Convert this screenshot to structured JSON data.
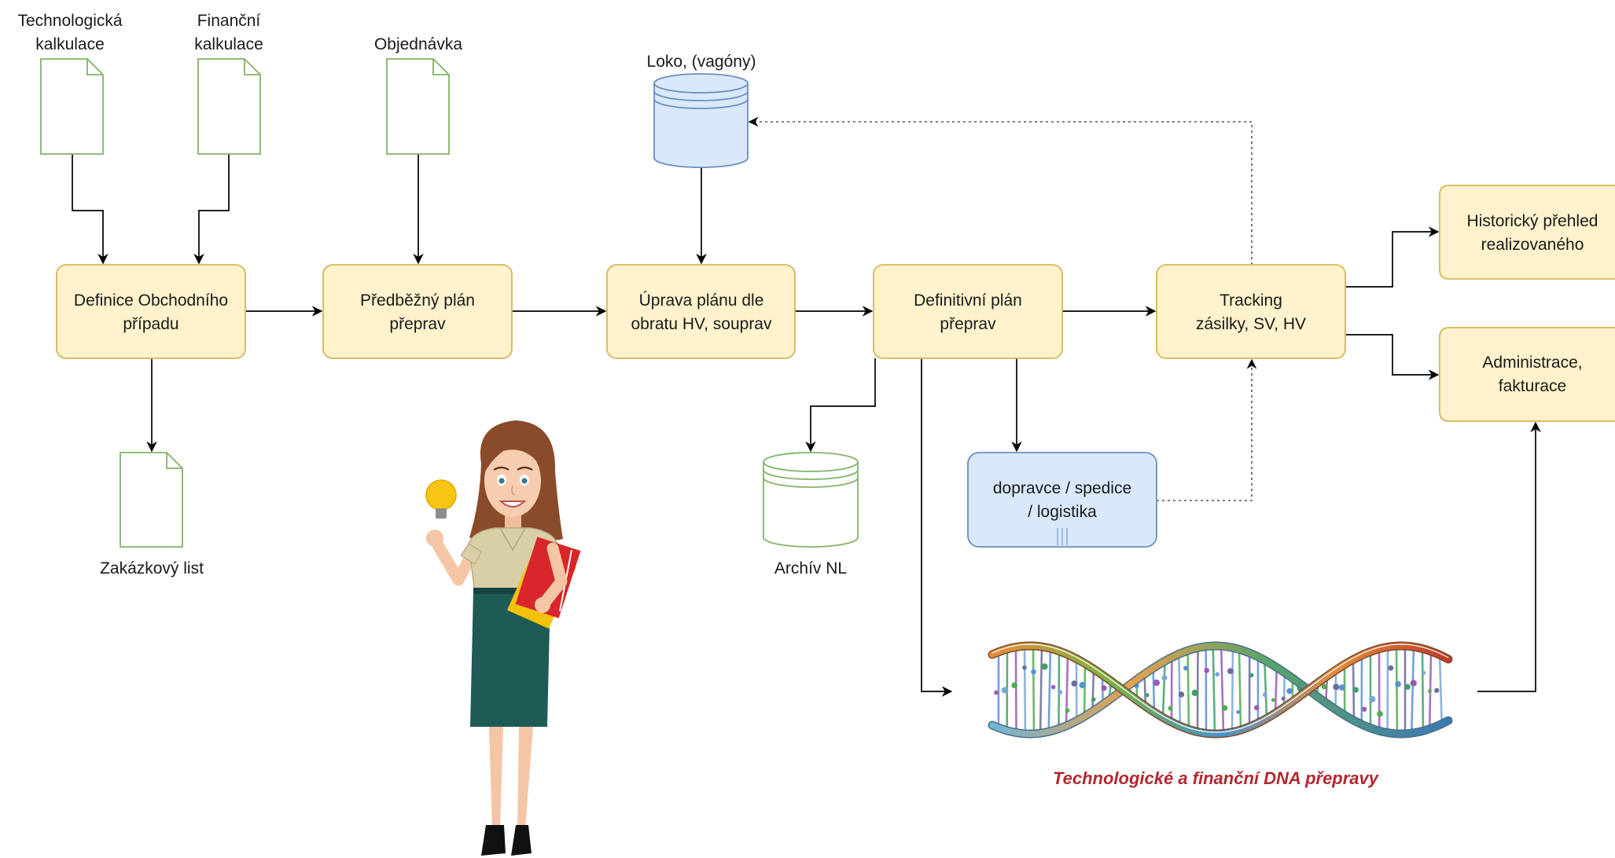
{
  "documents": [
    {
      "label": [
        "Technologická",
        "kalkulace"
      ]
    },
    {
      "label": [
        "Finanční",
        "kalkulace"
      ]
    },
    {
      "label": [
        "Objednávka"
      ]
    },
    {
      "label": [
        "Zakázkový list"
      ]
    }
  ],
  "databases": [
    {
      "label": "Loko, (vagóny)"
    },
    {
      "label": "Archív NL"
    }
  ],
  "process_steps": [
    {
      "lines": [
        "Definice Obchodního",
        "případu"
      ]
    },
    {
      "lines": [
        "Předběžný plán",
        "přeprav"
      ]
    },
    {
      "lines": [
        "Úprava plánu dle",
        "obratu HV, souprav"
      ]
    },
    {
      "lines": [
        "Definitivní plán",
        "přeprav"
      ]
    },
    {
      "lines": [
        "Tracking",
        "zásilky, SV, HV"
      ]
    }
  ],
  "outputs": [
    {
      "lines": [
        "Historický přehled",
        "realizovaného"
      ]
    },
    {
      "lines": [
        "Administrace,",
        "fakturace"
      ]
    }
  ],
  "external_party": {
    "lines": [
      "dopravce / spedice",
      "/ logistika"
    ]
  },
  "dna_caption": "Technologické a finanční DNA přepravy",
  "colors": {
    "process_fill": "#fff2cc",
    "process_stroke": "#d6b656",
    "blue_fill": "#dae8fc",
    "blue_stroke": "#6c8ebf",
    "green_stroke": "#82b366",
    "caption": "#b3272d"
  }
}
